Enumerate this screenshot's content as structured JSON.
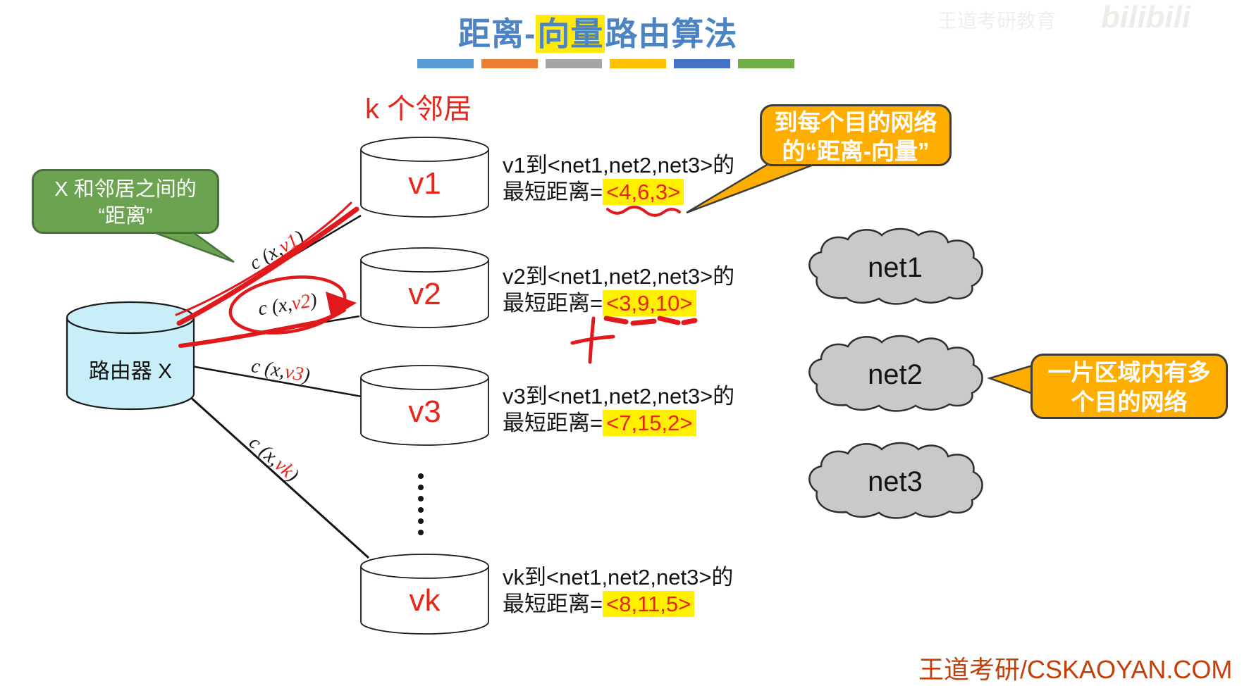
{
  "title": {
    "prefix": "距离-",
    "highlight": "向量",
    "suffix": "路由算法",
    "color": "#4c83c3",
    "highlight_bg": "#ffe90a"
  },
  "decor_bars": [
    "#5b9bd5",
    "#ed7d31",
    "#a5a5a5",
    "#ffc000",
    "#4472c4",
    "#70ad47"
  ],
  "labels": {
    "k_neighbors": "k 个邻居"
  },
  "callouts": {
    "green": {
      "line1": "X 和邻居之间的",
      "line2": "“距离”",
      "bg": "#6ba351"
    },
    "orange_top": {
      "line1": "到每个目的网络",
      "line2": "的“距离-向量”",
      "bg": "#feae00"
    },
    "orange_right": {
      "line1": "一片区域内有多",
      "line2": "个目的网络",
      "bg": "#feae00"
    }
  },
  "router": {
    "label": "路由器 X",
    "fill": "#c8eef8"
  },
  "neighbors": [
    {
      "name": "v1",
      "cost_prefix": "c (x,",
      "cost_var": "v1",
      "cost_suffix": ")",
      "dist_line1": "v1到<net1,net2,net3>的",
      "dist_label": "最短距离=",
      "vector": "<4,6,3>"
    },
    {
      "name": "v2",
      "cost_prefix": "c (x,",
      "cost_var": "v2",
      "cost_suffix": ")",
      "dist_line1": "v2到<net1,net2,net3>的",
      "dist_label": "最短距离=",
      "vector": "<3,9,10>"
    },
    {
      "name": "v3",
      "cost_prefix": "c (x,",
      "cost_var": "v3",
      "cost_suffix": ")",
      "dist_line1": "v3到<net1,net2,net3>的",
      "dist_label": "最短距离=",
      "vector": "<7,15,2>"
    },
    {
      "name": "vk",
      "cost_prefix": "c (x,",
      "cost_var": "vk",
      "cost_suffix": ")",
      "dist_line1": "vk到<net1,net2,net3>的",
      "dist_label": "最短距离=",
      "vector": "<8,11,5>"
    }
  ],
  "clouds": [
    {
      "label": "net1"
    },
    {
      "label": "net2"
    },
    {
      "label": "net3"
    }
  ],
  "watermarks": {
    "top_right_text": "王道考研教育",
    "top_right_logo": "bilibili",
    "bottom_right": "王道考研/CSKAOYAN.COM"
  },
  "colors": {
    "value_bg": "#fff000",
    "value_fg": "#e8251a",
    "red_ink": "#e0191c",
    "neighbor_label": "#e8251a",
    "cloud_fill": "#c9c9c9"
  }
}
